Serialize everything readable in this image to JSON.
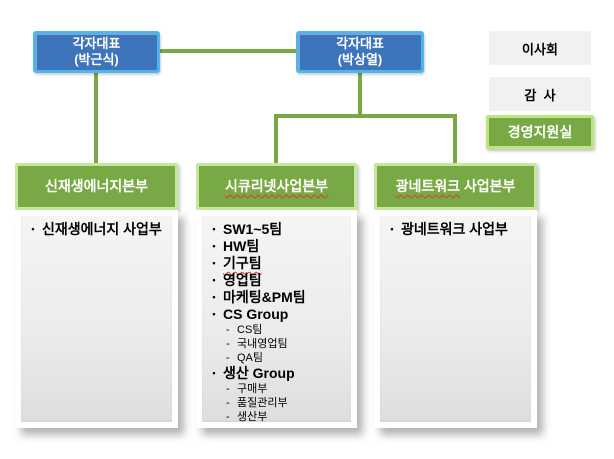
{
  "executives": [
    {
      "title": "각자대표",
      "name": "(박근식)"
    },
    {
      "title": "각자대표",
      "name": "(박상열)"
    }
  ],
  "side_boxes": {
    "board": "이사회",
    "auditor": "감  사",
    "management_support": "경영지원실"
  },
  "divisions": [
    {
      "title_marked": "",
      "title_rest": "신재생에너지본부",
      "items": [
        {
          "label": "신재생에너지 사업부",
          "level": 1,
          "marked": false
        }
      ]
    },
    {
      "title_marked": "시큐리넷사업본부",
      "title_rest": "",
      "items": [
        {
          "label": "SW1~5팀",
          "level": 1,
          "marked": false
        },
        {
          "label": "HW팀",
          "level": 1,
          "marked": false
        },
        {
          "label": "기구팀",
          "level": 1,
          "marked": true
        },
        {
          "label": "영업팀",
          "level": 1,
          "marked": false
        },
        {
          "label": "마케팅&PM팀",
          "level": 1,
          "marked": false
        },
        {
          "label": "CS Group",
          "level": 1,
          "marked": false
        },
        {
          "label": "CS팀",
          "level": 2,
          "marked": false
        },
        {
          "label": "국내영업팀",
          "level": 2,
          "marked": false
        },
        {
          "label": "QA팀",
          "level": 2,
          "marked": false
        },
        {
          "label": "생산 Group",
          "level": 1,
          "marked": false
        },
        {
          "label": "구매부",
          "level": 2,
          "marked": false
        },
        {
          "label": "품질관리부",
          "level": 2,
          "marked": false
        },
        {
          "label": "생산부",
          "level": 2,
          "marked": false
        }
      ]
    },
    {
      "title_marked": "광네트워크",
      "title_rest": " 사업본부",
      "items": [
        {
          "label": "광네트워크 사업부",
          "level": 1,
          "marked": false
        }
      ]
    }
  ],
  "markers": {
    "level1": "•",
    "level2": "-"
  },
  "colors": {
    "exec_fill": "#3E74BB",
    "exec_border": "#52B4E9",
    "division_fill": "#78A945",
    "division_border": "#C6E89C",
    "connector": "#76A843",
    "side_gray_fill": "#F1F1F1",
    "side_green_fill": "#78A945",
    "side_green_border": "#BCE77F",
    "spellcheck_underline": "#E0392E",
    "panel_fill_top": "#F5F5F5",
    "panel_fill_bottom": "#DEDEDE"
  }
}
